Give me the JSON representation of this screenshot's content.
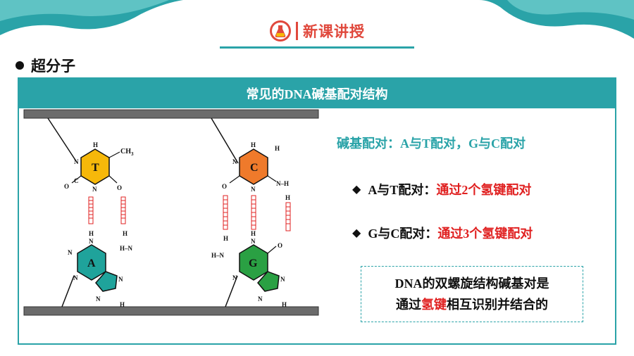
{
  "header": {
    "title": "新课讲授",
    "icon": "flask-icon",
    "accent": "#e0483c",
    "line_color": "#2aa3a8"
  },
  "section_heading": "超分子",
  "panel": {
    "title": "常见的DNA碱基配对结构",
    "color": "#2aa3a8"
  },
  "diagram": {
    "top_pair": {
      "left_base": "T",
      "right_base": "C"
    },
    "bottom_pair": {
      "left_base": "A",
      "right_base": "G"
    },
    "atoms": {
      "N": "N",
      "O": "O",
      "H": "H",
      "CH3": "CH",
      "CH3_sub": "3",
      "NH": "N–H",
      "HN": "H–N"
    },
    "colors": {
      "T": "#f6b80a",
      "C": "#ef7a2b",
      "A": "#1fa39b",
      "G": "#2aa043",
      "hbond": "#e02020",
      "backbone": "#6b6b6b"
    }
  },
  "pairing_summary": "碱基配对：A与T配对，G与C配对",
  "bullets": [
    {
      "pair": "A与T配对：",
      "bonds": "通过2个氢键配对"
    },
    {
      "pair": "G与C配对：",
      "bonds": "通过3个氢键配对"
    }
  ],
  "conclusion": {
    "line1": "DNA的双螺旋结构碱基对是",
    "line2_pre": "通过",
    "line2_highlight": "氢键",
    "line2_post": "相互识别并结合的"
  }
}
